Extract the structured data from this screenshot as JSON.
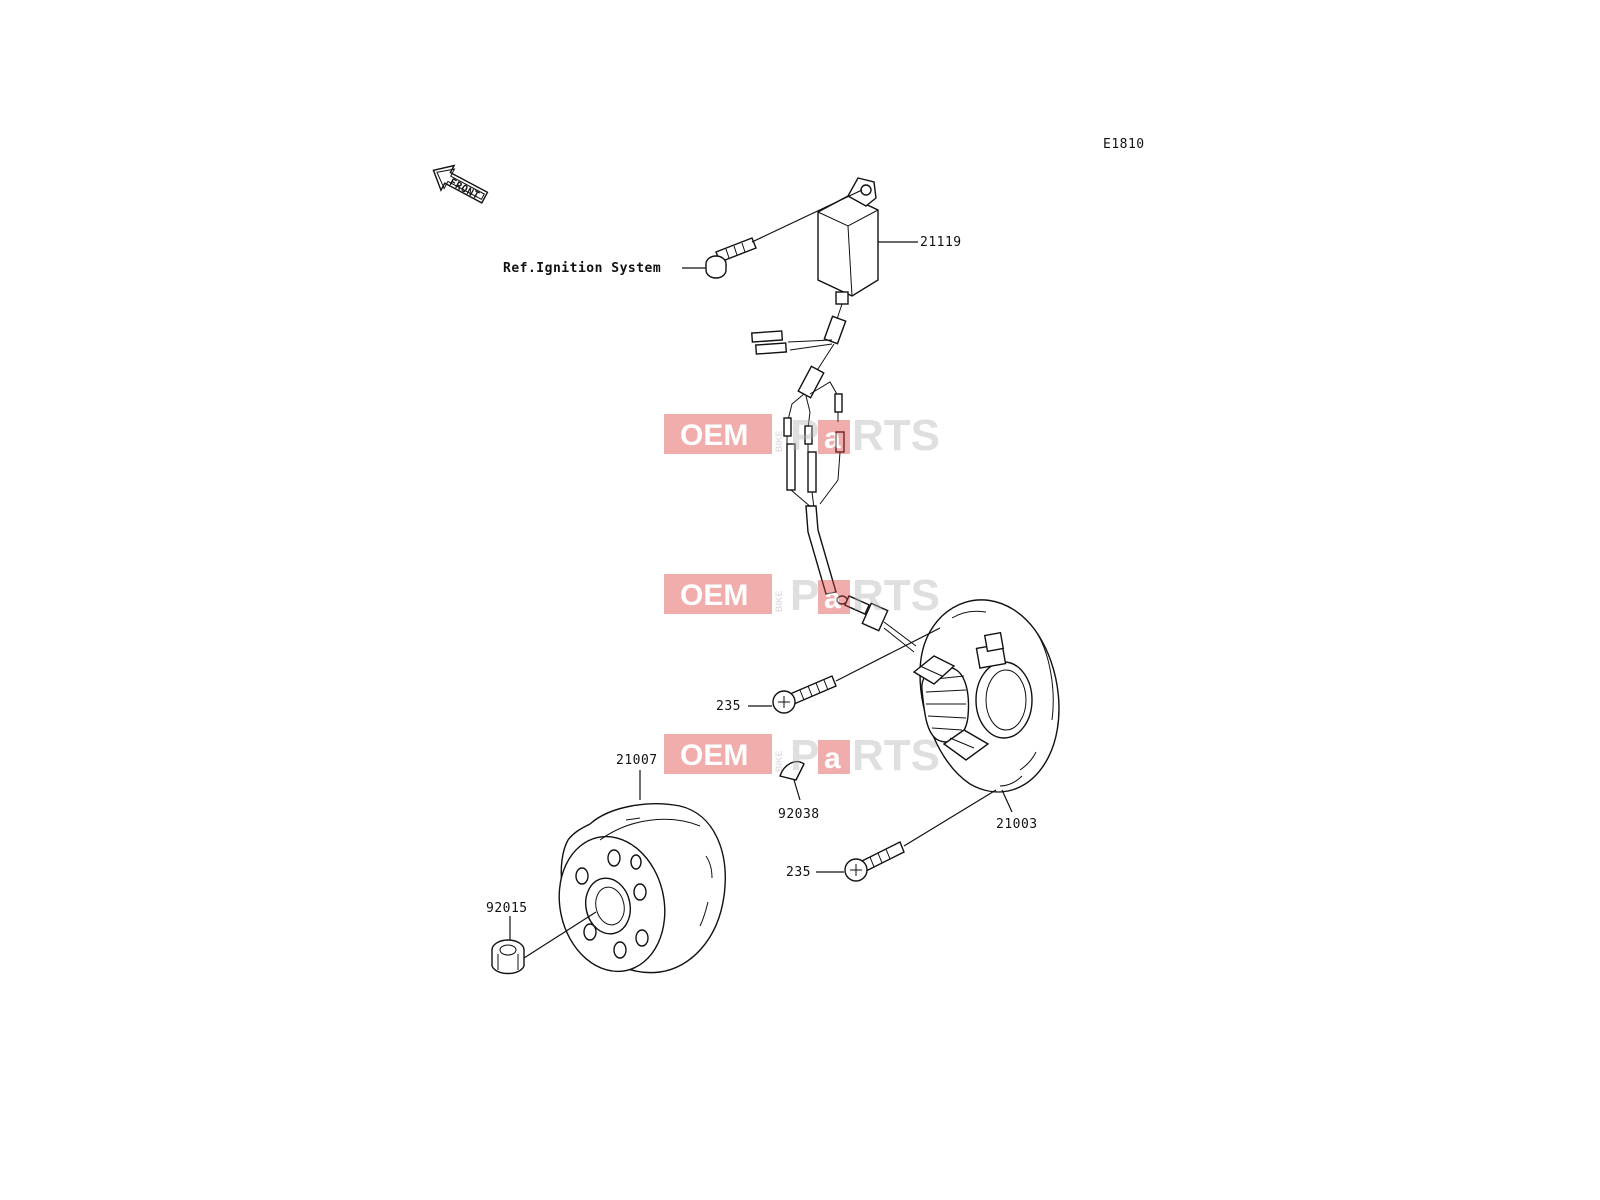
{
  "diagram_code": "E1810",
  "front_arrow_text": "FRONT",
  "reference_label": "Ref.Ignition System",
  "callouts": [
    {
      "id": "cdi-unit",
      "number": "21119"
    },
    {
      "id": "stator-screw-upper",
      "number": "235"
    },
    {
      "id": "flywheel",
      "number": "21007"
    },
    {
      "id": "woodruff-key",
      "number": "92038"
    },
    {
      "id": "stator",
      "number": "21003"
    },
    {
      "id": "stator-screw-lower",
      "number": "235"
    },
    {
      "id": "flywheel-nut",
      "number": "92015"
    }
  ],
  "watermark": {
    "brand_left": "OEM",
    "brand_mid": "BIKE",
    "brand_p": "P",
    "brand_a": "a",
    "brand_rest": "RTS",
    "color_red": "#e03c3c",
    "color_grey": "#b5b5b5"
  }
}
